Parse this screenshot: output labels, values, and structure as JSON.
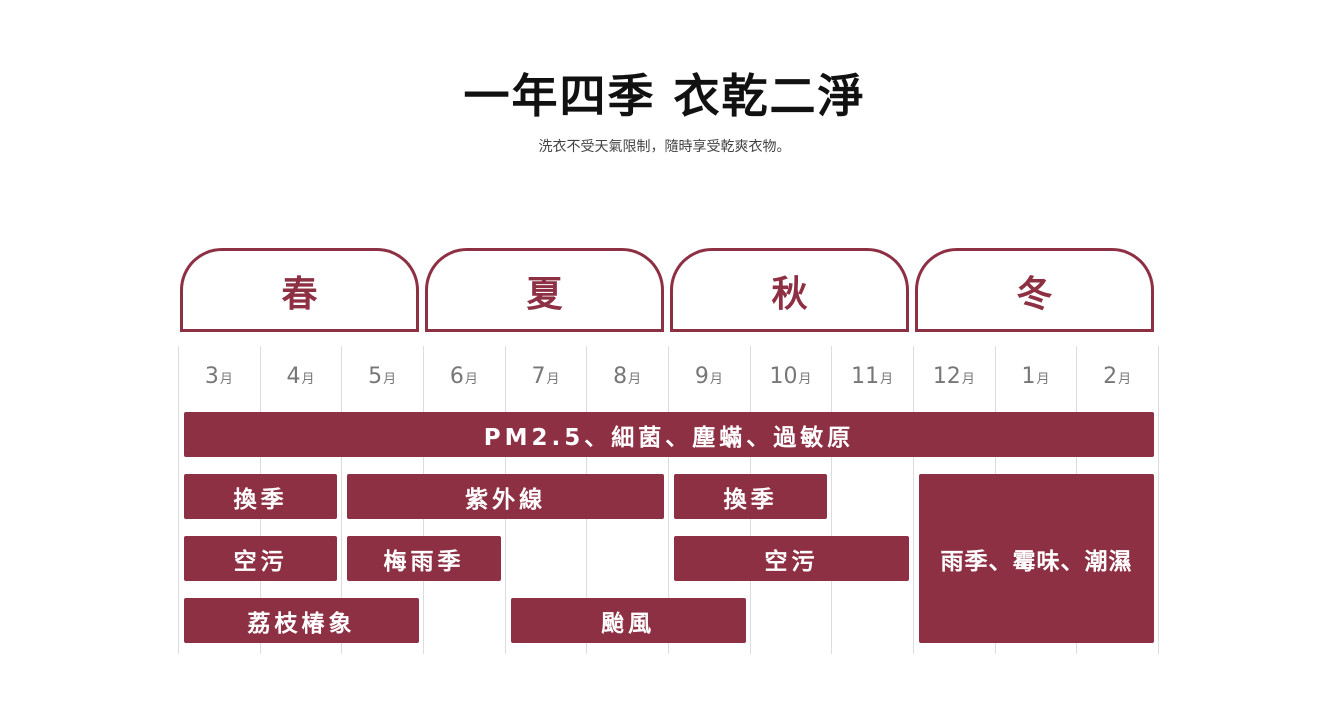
{
  "header": {
    "title": "一年四季 衣乾二淨",
    "subtitle": "洗衣不受天氣限制，隨時享受乾爽衣物。"
  },
  "colors": {
    "accent": "#8e3044",
    "grid": "#dcdcdc",
    "month_text": "#777777"
  },
  "seasons": [
    {
      "label": "春",
      "start": 0,
      "span": 3
    },
    {
      "label": "夏",
      "start": 3,
      "span": 3
    },
    {
      "label": "秋",
      "start": 6,
      "span": 3
    },
    {
      "label": "冬",
      "start": 9,
      "span": 3
    }
  ],
  "month_unit": "月",
  "months": [
    "3",
    "4",
    "5",
    "6",
    "7",
    "8",
    "9",
    "10",
    "11",
    "12",
    "1",
    "2"
  ],
  "bars": [
    {
      "label": "PM2.5、細菌、塵蟎、過敏原",
      "start": 0,
      "span": 12,
      "row": 0,
      "rows": 1
    },
    {
      "label": "換季",
      "start": 0,
      "span": 2,
      "row": 1,
      "rows": 1
    },
    {
      "label": "紫外線",
      "start": 2,
      "span": 4,
      "row": 1,
      "rows": 1
    },
    {
      "label": "換季",
      "start": 6,
      "span": 2,
      "row": 1,
      "rows": 1
    },
    {
      "label": "雨季、霉味、潮濕",
      "start": 9,
      "span": 3,
      "row": 1,
      "rows": 3,
      "tight": true
    },
    {
      "label": "空污",
      "start": 0,
      "span": 2,
      "row": 2,
      "rows": 1
    },
    {
      "label": "梅雨季",
      "start": 2,
      "span": 2,
      "row": 2,
      "rows": 1
    },
    {
      "label": "空污",
      "start": 6,
      "span": 3,
      "row": 2,
      "rows": 1
    },
    {
      "label": "荔枝椿象",
      "start": 0,
      "span": 3,
      "row": 3,
      "rows": 1
    },
    {
      "label": "颱風",
      "start": 4,
      "span": 3,
      "row": 3,
      "rows": 1
    }
  ]
}
